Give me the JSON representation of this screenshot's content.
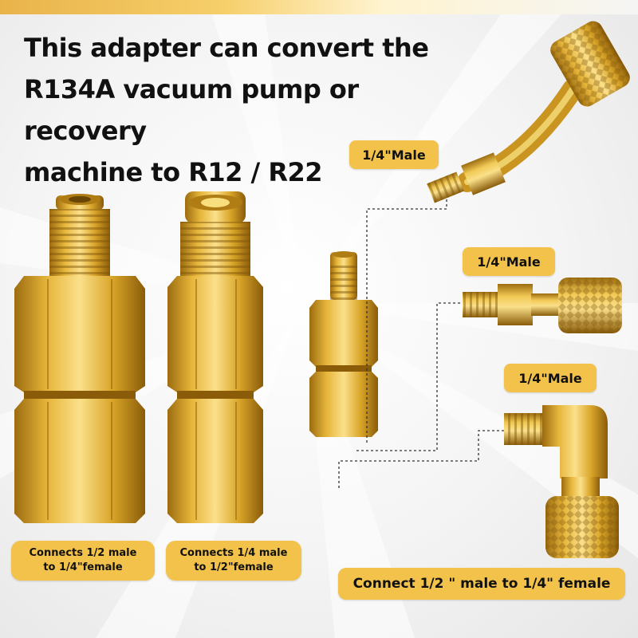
{
  "headline": {
    "line1": "This adapter can convert the",
    "line2": "R134A vacuum pump or recovery",
    "line3": "machine to R12 / R22"
  },
  "labels": {
    "male_top": "1/4\"Male",
    "male_mid": "1/4\"Male",
    "male_bottom": "1/4\"Male"
  },
  "captions": {
    "adapter1_line1": "Connects 1/2 male",
    "adapter1_line2": "to 1/4\"female",
    "adapter2_line1": "Connects 1/4 male",
    "adapter2_line2": "to 1/2\"female",
    "connect_note": "Connect 1/2 \" male to 1/4\" female"
  },
  "colors": {
    "accent": "#f3c24a",
    "brass_light": "#f7d66b",
    "brass_mid": "#d9a528",
    "brass_dark": "#9c6c10",
    "text": "#111111"
  }
}
